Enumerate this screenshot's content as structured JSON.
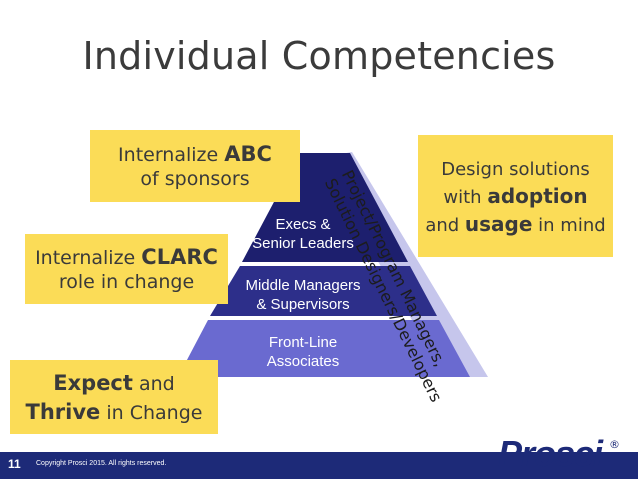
{
  "title": "Individual Competencies",
  "pyramid": {
    "tiers": [
      {
        "line1": "Execs &",
        "line2": "Senior Leaders",
        "color": "#1d1f6e"
      },
      {
        "line1": "Middle Managers",
        "line2": "& Supervisors",
        "color": "#2d2f8a"
      },
      {
        "line1": "Front-Line",
        "line2": "Associates",
        "color": "#6a6ad0"
      }
    ],
    "side_band": {
      "line1": "Project/Program Managers,",
      "line2": "Solution Designers/Developers",
      "color": "#c6c6ec"
    }
  },
  "callouts": {
    "abc": {
      "pre": "Internalize ",
      "bold": "ABC",
      "line2": "of sponsors"
    },
    "clarc": {
      "pre": "Internalize ",
      "bold": "CLARC",
      "line2": "role in change"
    },
    "expect": {
      "bold1": "Expect",
      "post1": " and",
      "bold2": "Thrive",
      "post2": " in Change"
    },
    "design": {
      "line1": "Design solutions",
      "pre2": "with ",
      "bold2": "adoption",
      "pre3": "and ",
      "bold3": "usage",
      "post3": " in mind"
    }
  },
  "footer": {
    "page_number": "11",
    "copyright": "Copyright Prosci 2015. All rights reserved.",
    "logo": "Prosci",
    "registered": "®"
  },
  "colors": {
    "callout": "#fbdc57",
    "footer": "#1d2a78"
  }
}
